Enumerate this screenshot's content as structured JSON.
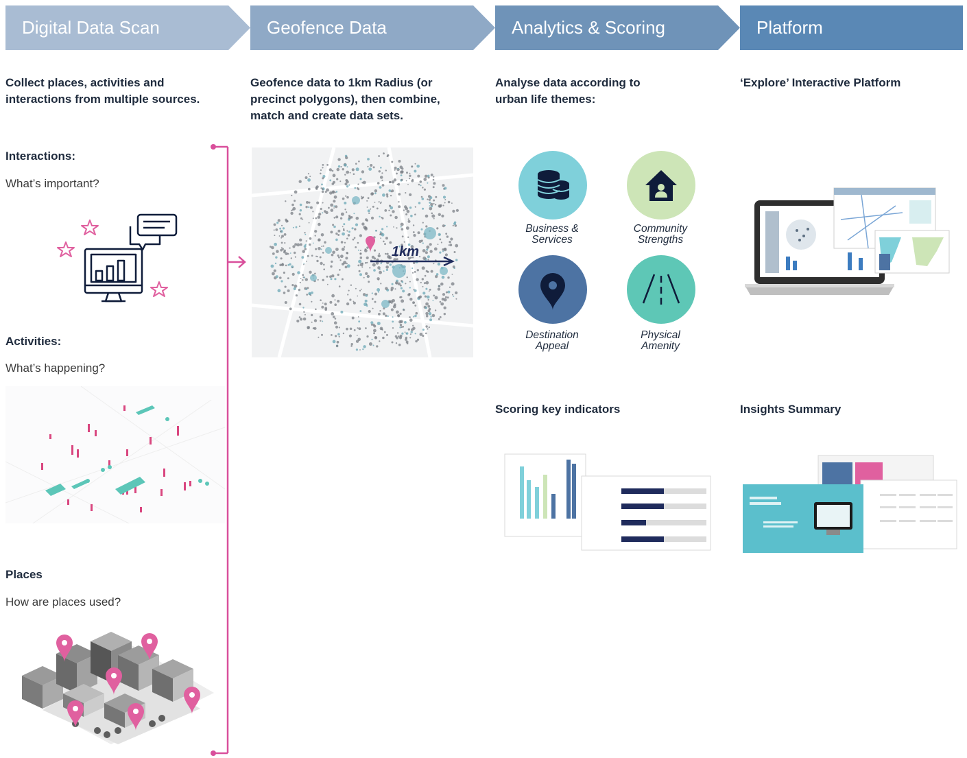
{
  "steps": [
    {
      "label": "Digital Data Scan",
      "color": "#a9bcd3"
    },
    {
      "label": "Geofence Data",
      "color": "#8fa9c6"
    },
    {
      "label": "Analytics & Scoring",
      "color": "#6f93b8"
    },
    {
      "label": "Platform",
      "color": "#5a88b5"
    }
  ],
  "descriptions": {
    "scan": [
      "Collect places, activities and",
      "interactions from multiple sources."
    ],
    "geofence": [
      "Geofence data to 1km Radius (or",
      "precinct polygons), then combine,",
      "match and create data sets."
    ],
    "analytics": [
      "Analyse data according to",
      "urban life themes:"
    ],
    "platform": [
      "‘Explore’ Interactive Platform"
    ]
  },
  "sources": [
    {
      "heading": "Interactions:",
      "question": "What’s important?",
      "icon": "monitor-chat-stars-icon"
    },
    {
      "heading": "Activities:",
      "question": "What’s happening?",
      "icon": "activity-map-illustration"
    },
    {
      "heading": "Places",
      "question": "How are places used?",
      "icon": "isometric-city-pins-illustration"
    }
  ],
  "geofence_map": {
    "radius_label": "1km",
    "icon": "geofence-scatter-map"
  },
  "themes": [
    {
      "line1": "Business &",
      "line2": "Services",
      "icon": "coin-stack-icon",
      "color": "#7fd0da"
    },
    {
      "line1": "Community",
      "line2": "Strengths",
      "icon": "house-person-icon",
      "color": "#cde5b7"
    },
    {
      "line1": "Destination",
      "line2": "Appeal",
      "icon": "map-pin-icon",
      "color": "#4d73a3"
    },
    {
      "line1": "Physical",
      "line2": "Amenity",
      "icon": "road-icon",
      "color": "#5ec7b6"
    }
  ],
  "outputs": {
    "scoring": "Scoring key indicators",
    "insights": "Insights Summary"
  },
  "colors": {
    "text": "#1f2b3d",
    "connector": "#d94f9b",
    "pin": "#e0609f",
    "navy": "#0f1c3a"
  }
}
